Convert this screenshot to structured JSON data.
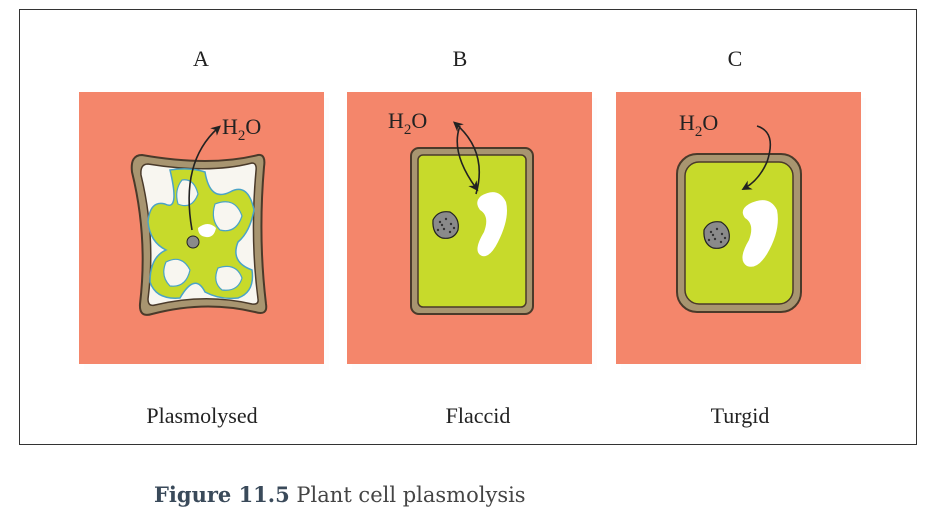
{
  "panels": [
    {
      "letter": "A",
      "label": "Plasmolysed",
      "h2o": {
        "main": "H",
        "sub": "2",
        "tail": "O"
      }
    },
    {
      "letter": "B",
      "label": "Flaccid",
      "h2o": {
        "main": "H",
        "sub": "2",
        "tail": "O"
      }
    },
    {
      "letter": "C",
      "label": "Turgid",
      "h2o": {
        "main": "H",
        "sub": "2",
        "tail": "O"
      }
    }
  ],
  "figure": {
    "number": "Figure 11.5",
    "title": "Plant cell plasmolysis"
  },
  "colors": {
    "background": "#f4866b",
    "cytoplasm": "#c7da2b",
    "cell_wall": "#a89570",
    "wall_outline": "#4a3a2a",
    "vacuole": "#ffffff",
    "plasmolysed_vacuole": "#f8f6f0",
    "membrane": "#4aa3c7",
    "nucleus": "#8a8a8a"
  }
}
